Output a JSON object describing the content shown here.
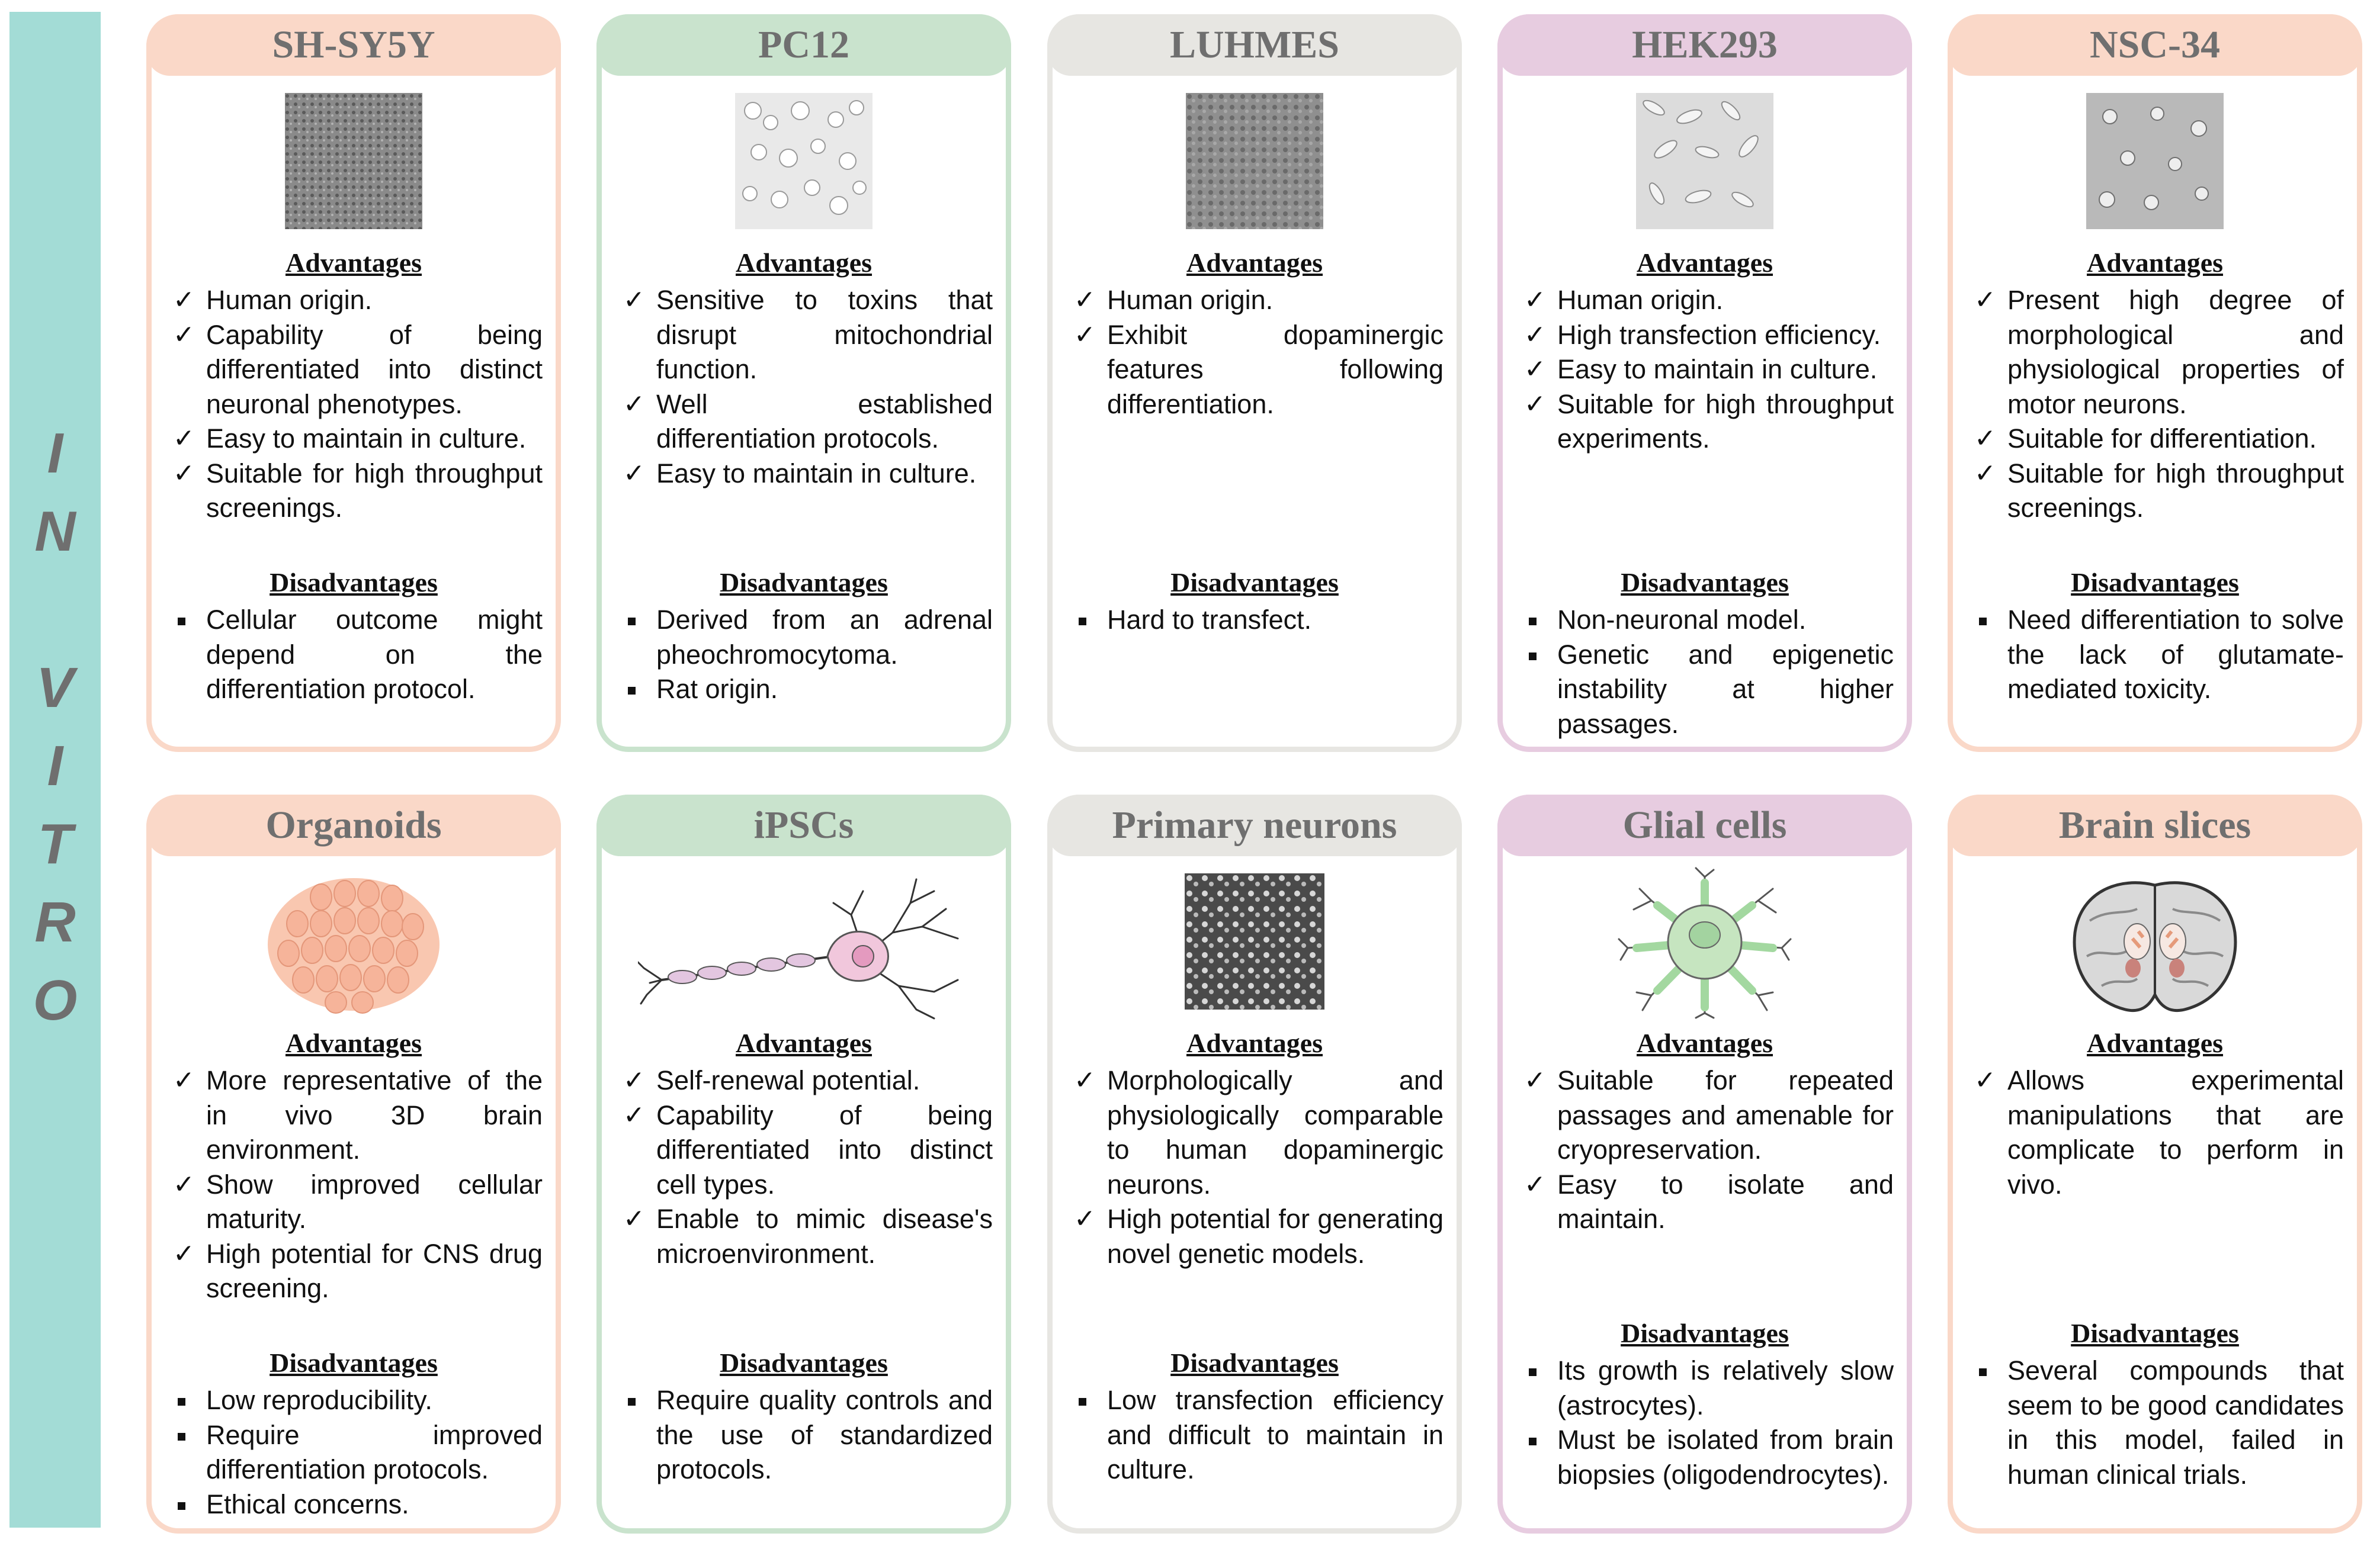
{
  "side_label": [
    "I",
    "N",
    "",
    "V",
    "I",
    "T",
    "R",
    "O"
  ],
  "cards": [
    {
      "title": "SH-SY5Y",
      "image": "micrograph",
      "advantages_title": "Advantages",
      "advantages": [
        "Human origin.",
        "Capability of being differentiated into distinct neuronal phenotypes.",
        "Easy to maintain in culture.",
        "Suitable for high throughput screenings."
      ],
      "disadvantages_title": "Disadvantages",
      "disadvantages": [
        "Cellular outcome might depend on the differentiation protocol."
      ]
    },
    {
      "title": "PC12",
      "image": "micrograph",
      "advantages_title": "Advantages",
      "advantages": [
        "Sensitive to toxins that disrupt mitochondrial function.",
        "Well established differentiation protocols.",
        "Easy to maintain in culture."
      ],
      "disadvantages_title": "Disadvantages",
      "disadvantages": [
        "Derived from an adrenal pheochromocytoma.",
        "Rat origin."
      ]
    },
    {
      "title": "LUHMES",
      "image": "micrograph",
      "advantages_title": "Advantages",
      "advantages": [
        "Human origin.",
        "Exhibit dopaminergic features following differentiation."
      ],
      "disadvantages_title": "Disadvantages",
      "disadvantages": [
        "Hard to transfect."
      ]
    },
    {
      "title": "HEK293",
      "image": "micrograph",
      "advantages_title": "Advantages",
      "advantages": [
        "Human origin.",
        "High transfection efficiency.",
        "Easy to maintain in culture.",
        "Suitable for high throughput experiments."
      ],
      "disadvantages_title": "Disadvantages",
      "disadvantages": [
        "Non-neuronal model.",
        "Genetic and epigenetic instability at higher passages."
      ]
    },
    {
      "title": "NSC-34",
      "image": "micrograph",
      "advantages_title": "Advantages",
      "advantages": [
        "Present high degree of morphological and physiological properties of motor neurons.",
        "Suitable for differentiation.",
        "Suitable for high throughput screenings."
      ],
      "disadvantages_title": "Disadvantages",
      "disadvantages": [
        "Need differentiation to solve the lack of glutamate-mediated toxicity."
      ]
    },
    {
      "title": "Organoids",
      "image": "organoid-cluster",
      "advantages_title": "Advantages",
      "advantages": [
        "More representative of the in vivo 3D brain environment.",
        "Show improved cellular maturity.",
        "High potential for CNS drug screening."
      ],
      "disadvantages_title": "Disadvantages",
      "disadvantages": [
        "Low reproducibility.",
        "Require improved differentiation protocols.",
        "Ethical concerns."
      ]
    },
    {
      "title": "iPSCs",
      "image": "neuron-illustration",
      "advantages_title": "Advantages",
      "advantages": [
        "Self-renewal potential.",
        "Capability of being differentiated into distinct cell types.",
        "Enable to mimic disease's microenvironment."
      ],
      "disadvantages_title": "Disadvantages",
      "disadvantages": [
        "Require quality controls and the use of standardized protocols."
      ]
    },
    {
      "title": "Primary neurons",
      "image": "micrograph",
      "advantages_title": "Advantages",
      "advantages": [
        "Morphologically and physiologically comparable to human dopaminergic neurons.",
        "High potential for generating novel genetic models."
      ],
      "disadvantages_title": "Disadvantages",
      "disadvantages": [
        "Low transfection efficiency and difficult to maintain in culture."
      ]
    },
    {
      "title": "Glial cells",
      "image": "glial-illustration",
      "advantages_title": "Advantages",
      "advantages": [
        "Suitable for repeated passages and amenable for cryopreservation.",
        "Easy to isolate and maintain."
      ],
      "disadvantages_title": "Disadvantages",
      "disadvantages": [
        "Its growth is relatively slow (astrocytes).",
        "Must be isolated from brain biopsies (oligodendrocytes)."
      ]
    },
    {
      "title": "Brain slices",
      "image": "brain-slice-illustration",
      "advantages_title": "Advantages",
      "advantages": [
        "Allows experimental manipulations that are complicate to perform in vivo."
      ],
      "disadvantages_title": "Disadvantages",
      "disadvantages": [
        "Several compounds that seem to be good candidates in this model, failed in human clinical trials."
      ]
    }
  ]
}
